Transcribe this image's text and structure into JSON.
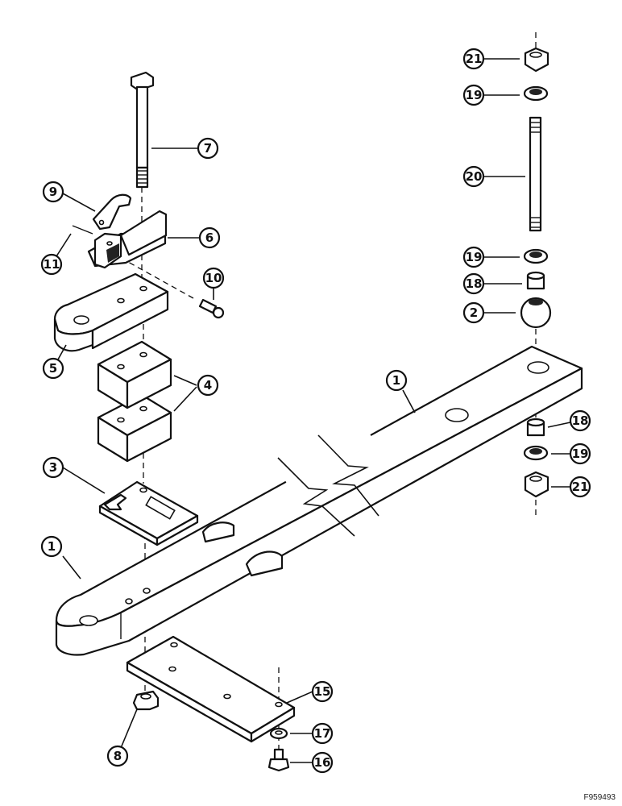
{
  "figure": {
    "reference_code": "F959493"
  },
  "callouts": [
    {
      "id": "c21-top",
      "label": "21"
    },
    {
      "id": "c19-top",
      "label": "19"
    },
    {
      "id": "c20",
      "label": "20"
    },
    {
      "id": "c19-mid",
      "label": "19"
    },
    {
      "id": "c18-top",
      "label": "18"
    },
    {
      "id": "c2",
      "label": "2"
    },
    {
      "id": "c7",
      "label": "7"
    },
    {
      "id": "c9",
      "label": "9"
    },
    {
      "id": "c6",
      "label": "6"
    },
    {
      "id": "c11",
      "label": "11"
    },
    {
      "id": "c10",
      "label": "10"
    },
    {
      "id": "c5",
      "label": "5"
    },
    {
      "id": "c4",
      "label": "4"
    },
    {
      "id": "c1-right",
      "label": "1"
    },
    {
      "id": "c18-bot",
      "label": "18"
    },
    {
      "id": "c19-bot",
      "label": "19"
    },
    {
      "id": "c21-bot",
      "label": "21"
    },
    {
      "id": "c3",
      "label": "3"
    },
    {
      "id": "c1-left",
      "label": "1"
    },
    {
      "id": "c15",
      "label": "15"
    },
    {
      "id": "c17",
      "label": "17"
    },
    {
      "id": "c8",
      "label": "8"
    },
    {
      "id": "c16",
      "label": "16"
    }
  ]
}
